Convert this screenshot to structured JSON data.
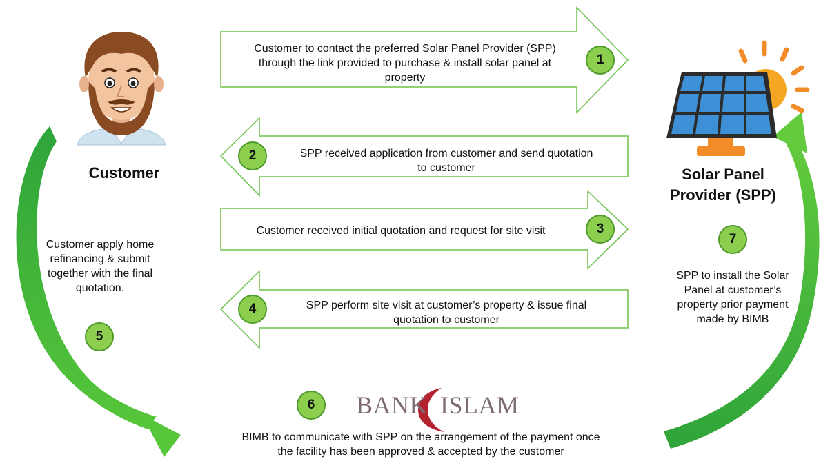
{
  "parties": {
    "customer": "Customer",
    "spp_line1": "Solar Panel",
    "spp_line2": "Provider (SPP)"
  },
  "steps": [
    {
      "number": "1",
      "line1": "Customer to contact the preferred Solar Panel Provider (SPP)",
      "line2": "through the link provided to purchase & install solar panel at",
      "line3": "property"
    },
    {
      "number": "2",
      "line1": "SPP received application from customer and send quotation",
      "line2": "to customer"
    },
    {
      "number": "3",
      "line1": "Customer received initial quotation and request for site visit"
    },
    {
      "number": "4",
      "line1": "SPP perform site visit at customer’s property & issue final",
      "line2": "quotation to customer"
    },
    {
      "number": "5",
      "line1": "Customer apply home",
      "line2": "refinancing & submit",
      "line3": "together with the final",
      "line4": "quotation."
    },
    {
      "number": "6",
      "line1": "BIMB to communicate with SPP on the arrangement of the payment once",
      "line2": "the facility has been approved & accepted by the customer"
    },
    {
      "number": "7",
      "line1": "SPP to install the Solar",
      "line2": "Panel at customer’s",
      "line3": "property prior payment",
      "line4": "made by BIMB"
    }
  ],
  "logo": {
    "part1": "BANK",
    "part2": "ISLAM"
  },
  "colors": {
    "arrow_stroke": "#6cc24a",
    "arrow_fill": "#ffffff",
    "curve_green": "#4fbf3a",
    "badge_fill": "#8ccf4f",
    "logo_red": "#b3222e",
    "logo_grey": "#7d6a72"
  },
  "icons": [
    "customer-avatar-icon",
    "solar-panel-icon"
  ]
}
